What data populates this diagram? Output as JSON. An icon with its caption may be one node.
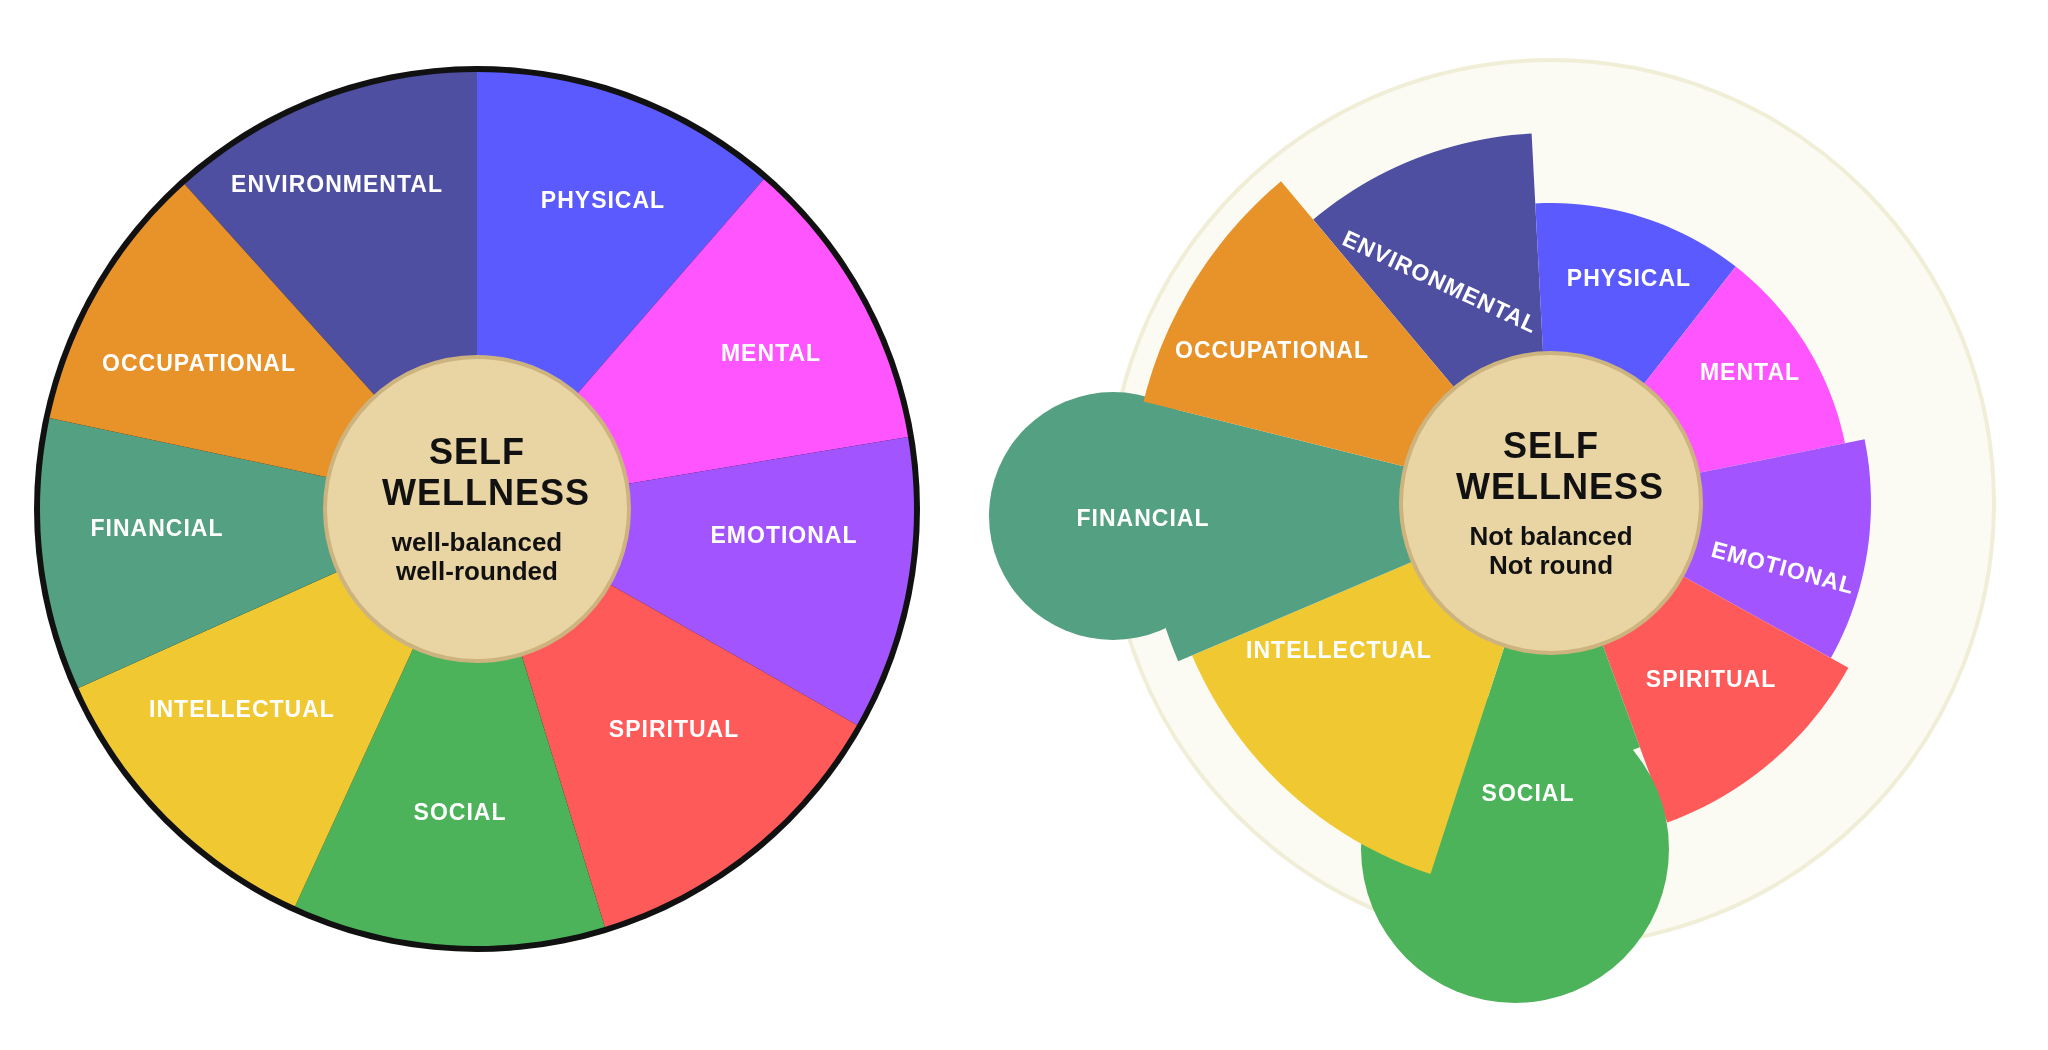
{
  "diagram": {
    "nodes": [
      {
        "text": [
          "SELF WELLNESS",
          "well-balanced well-rounded"
        ]
      },
      {
        "text": [
          "ENVIRONMENTAL"
        ]
      },
      {
        "text": [
          "PHYSICAL"
        ]
      },
      {
        "text": [
          "MENTAL"
        ]
      },
      {
        "text": [
          "EMOTIONAL"
        ]
      },
      {
        "text": [
          "SPIRITUAL"
        ]
      },
      {
        "text": [
          "SOCIAL"
        ]
      },
      {
        "text": [
          "INTELLECTUAL"
        ]
      },
      {
        "text": [
          "FINANCIAL"
        ]
      },
      {
        "text": [
          "OCCUPATIONAL"
        ]
      },
      {
        "text": [
          "SELF WELLNESS",
          "Not balanced Not round"
        ]
      },
      {
        "text": [
          "ENVIRONMENTAL"
        ]
      },
      {
        "text": [
          "PHYSICAL"
        ]
      },
      {
        "text": [
          "MENTAL"
        ]
      },
      {
        "text": [
          "EMOTIONAL"
        ]
      },
      {
        "text": [
          "SPIRITUAL"
        ]
      },
      {
        "text": [
          "SOCIAL"
        ]
      },
      {
        "text": [
          "INTELLECTUAL"
        ]
      },
      {
        "text": [
          "FINANCIAL"
        ]
      },
      {
        "text": [
          "OCCUPATIONAL"
        ]
      }
    ]
  }
}
